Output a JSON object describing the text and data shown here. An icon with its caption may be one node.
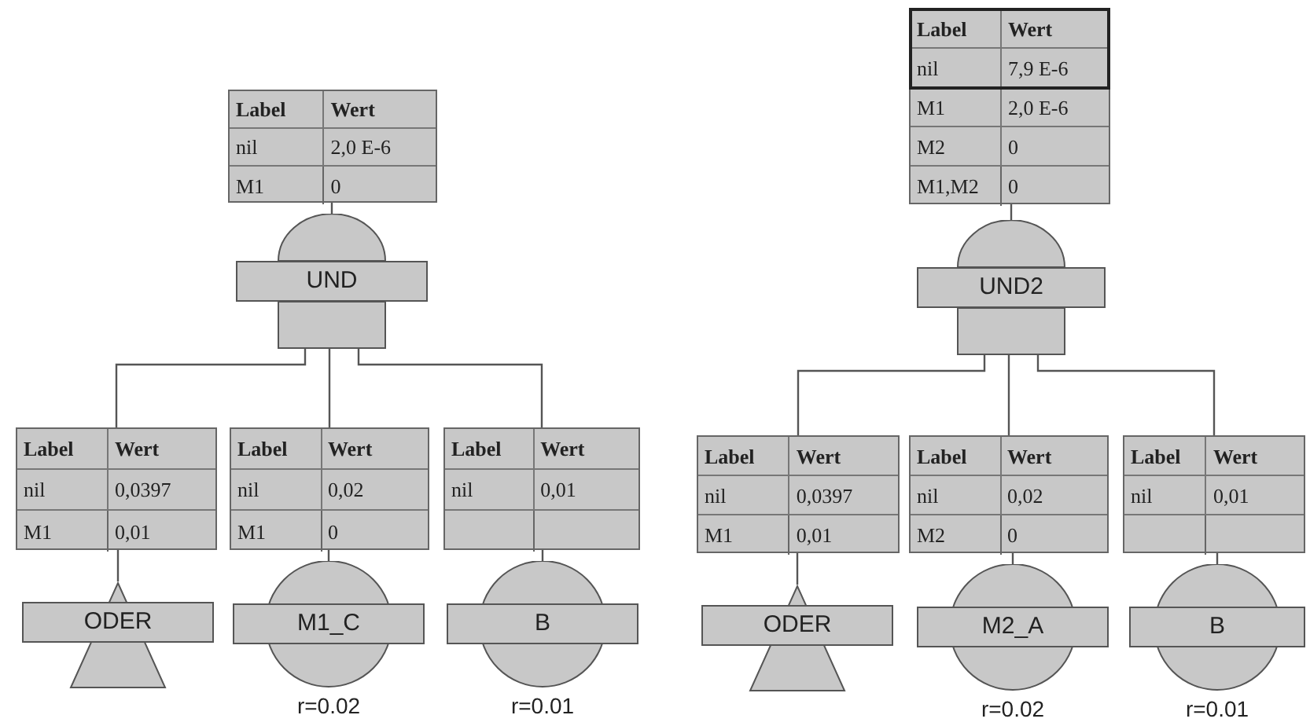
{
  "diagram": {
    "nodes": [
      {
        "text": [
          "Label",
          "Wert",
          "nil",
          "2,0 E-6",
          "M1",
          "0"
        ]
      },
      {
        "text": [
          "UND"
        ]
      },
      {
        "text": [
          "Label",
          "Wert",
          "nil",
          "7,9 E-6",
          "M1",
          "2,0 E-6",
          "M2",
          "0",
          "M1,M2",
          "0"
        ]
      },
      {
        "text": [
          "UND2"
        ]
      },
      {
        "text": [
          "Label",
          "Wert",
          "nil",
          "0,0397",
          "M1",
          "0,01"
        ]
      },
      {
        "text": [
          "Label",
          "Wert",
          "nil",
          "0,02",
          "M1",
          "0"
        ]
      },
      {
        "text": [
          "Label",
          "Wert",
          "nil",
          "0,01"
        ]
      },
      {
        "text": [
          "Label",
          "Wert",
          "nil",
          "0,0397",
          "M1",
          "0,01"
        ]
      },
      {
        "text": [
          "Label",
          "Wert",
          "nil",
          "0,02",
          "M2",
          "0"
        ]
      },
      {
        "text": [
          "Label",
          "Wert",
          "nil",
          "0,01"
        ]
      },
      {
        "text": [
          "ODER"
        ]
      },
      {
        "text": [
          "M1_C"
        ],
        "beside": [
          "r=0.02"
        ]
      },
      {
        "text": [
          "B"
        ],
        "beside": [
          "r=0.01"
        ]
      },
      {
        "text": [
          "ODER"
        ]
      },
      {
        "text": [
          "M2_A"
        ],
        "beside": [
          "r=0.02"
        ]
      },
      {
        "text": [
          "B"
        ],
        "beside": [
          "r=0.01"
        ]
      }
    ],
    "edges": [
      {
        "from": 0,
        "to": 1,
        "arrow": "none"
      },
      {
        "from": 1,
        "to": 4,
        "arrow": "none"
      },
      {
        "from": 1,
        "to": 5,
        "arrow": "none"
      },
      {
        "from": 1,
        "to": 6,
        "arrow": "none"
      },
      {
        "from": 4,
        "to": 10,
        "arrow": "none"
      },
      {
        "from": 5,
        "to": 11,
        "arrow": "none"
      },
      {
        "from": 6,
        "to": 12,
        "arrow": "none"
      },
      {
        "from": 2,
        "to": 3,
        "arrow": "none"
      },
      {
        "from": 3,
        "to": 7,
        "arrow": "none"
      },
      {
        "from": 3,
        "to": 8,
        "arrow": "none"
      },
      {
        "from": 3,
        "to": 9,
        "arrow": "none"
      },
      {
        "from": 7,
        "to": 13,
        "arrow": "none"
      },
      {
        "from": 8,
        "to": 14,
        "arrow": "none"
      },
      {
        "from": 9,
        "to": 15,
        "arrow": "none"
      }
    ]
  }
}
